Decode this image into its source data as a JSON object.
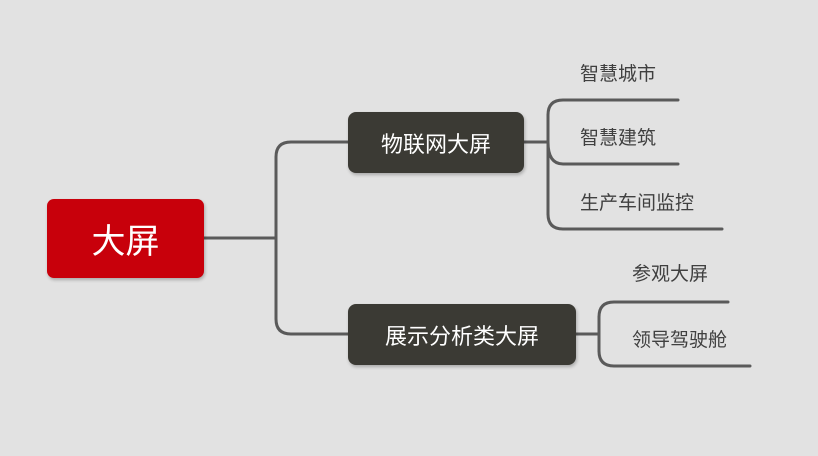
{
  "mindmap": {
    "root": {
      "label": "大屏",
      "color": "#c8000b"
    },
    "branches": [
      {
        "label": "物联网大屏",
        "color": "#3b3a34",
        "children": [
          "智慧城市",
          "智慧建筑",
          "生产车间监控"
        ]
      },
      {
        "label": "展示分析类大屏",
        "color": "#3b3a34",
        "children": [
          "参观大屏",
          "领导驾驶舱"
        ]
      }
    ],
    "line_color": "#5a5a5a",
    "background": "#e2e2e2"
  }
}
